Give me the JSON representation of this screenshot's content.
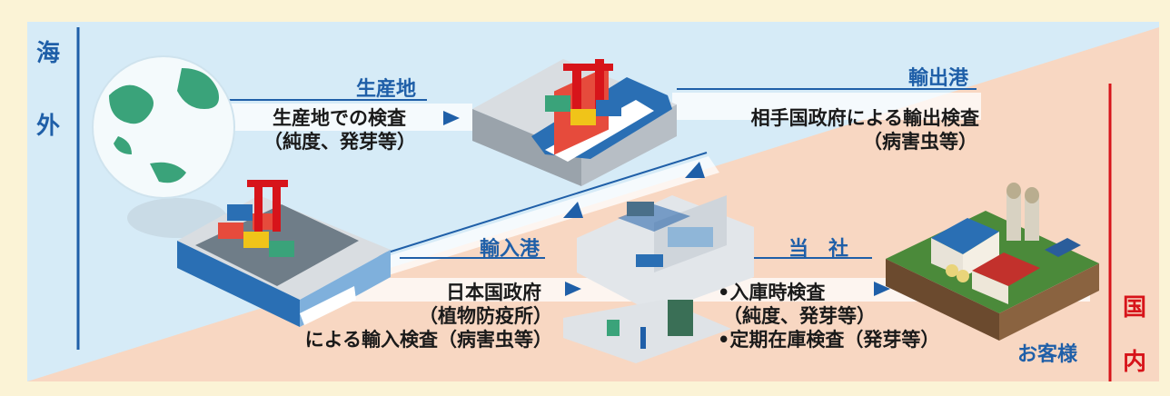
{
  "colors": {
    "overseas_bg": "#d6ebf7",
    "domestic_bg": "#f8d7c2",
    "page_bg": "#fbf3d6",
    "flow_line": "#1f5fa8",
    "overseas_rule": "#1f5fa8",
    "domestic_rule": "#d7141a"
  },
  "regions": {
    "overseas": {
      "chars": [
        "海",
        "外"
      ]
    },
    "domestic": {
      "chars": [
        "国",
        "内"
      ]
    }
  },
  "nodes": {
    "origin": {
      "label": "生産地",
      "icon": "globe-icon"
    },
    "export_port": {
      "label": "輸出港",
      "icon": "container-ship-icon"
    },
    "import_port": {
      "label": "輸入港",
      "icon": "container-ship-icon"
    },
    "company": {
      "label": "当　社",
      "icon": "warehouse-icon"
    },
    "customer": {
      "label": "お客様",
      "icon": "farm-icon"
    }
  },
  "steps": {
    "origin_inspection": {
      "line1": "生産地での検査",
      "line2": "（純度、発芽等）"
    },
    "export_inspection": {
      "line1": "相手国政府による輸出検査",
      "line2": "（病害虫等）"
    },
    "import_inspection": {
      "line1": "日本国政府",
      "line2": "（植物防疫所）",
      "line3": "による輸入検査（病害虫等）"
    },
    "company_inspection": {
      "line1": "•入庫時検査",
      "line2": "（純度、発芽等）",
      "line3": "•定期在庫検査（発芽等）"
    }
  }
}
